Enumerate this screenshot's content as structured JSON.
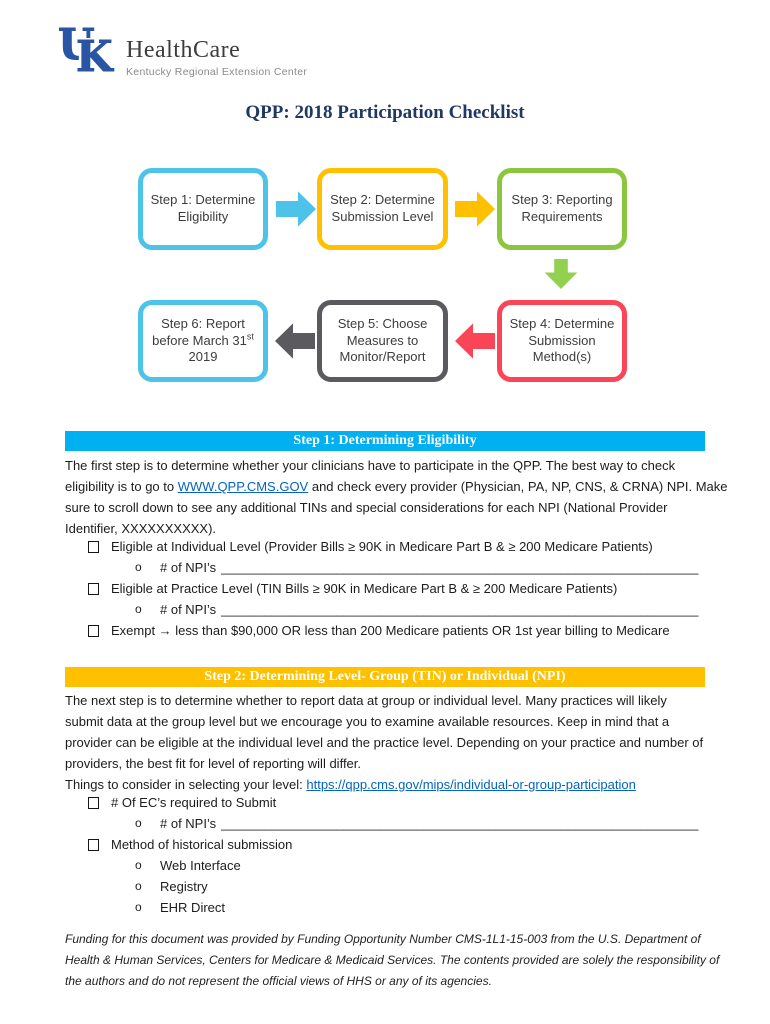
{
  "logo": {
    "u": "U",
    "k": "K",
    "uk_color": "#2A54A4",
    "brand": "HealthCare",
    "subtitle": "Kentucky Regional Extension Center"
  },
  "title": {
    "text": "QPP: 2018 Participation Checklist",
    "color": "#1F3864"
  },
  "glyphs": {
    "sub_bullet": "o",
    "blank_line": "__________________________________________________________________"
  },
  "colors": {
    "link": "#0563C1"
  },
  "flowchart": {
    "box1": {
      "label": "Step 1: Determine Eligibility",
      "color": "#4EC3EA"
    },
    "box2": {
      "label": "Step 2: Determine Submission Level",
      "color": "#FFC000"
    },
    "box3": {
      "label": "Step 3: Reporting Requirements",
      "color": "#8CC63F"
    },
    "box4": {
      "label": "Step 4: Determine Submission Method(s)",
      "color": "#FA4557"
    },
    "box5": {
      "label": "Step 5: Choose Measures to Monitor/Report",
      "color": "#5B5B5F"
    },
    "box6": {
      "label_main": "Step 6: Report before March 31",
      "label_sup": "st",
      "label_year": " 2019",
      "color": "#4EC3EA"
    },
    "arrow1_color": "#4EC3EA",
    "arrow2_color": "#FFC000",
    "arrow3_color": "#92D050",
    "arrow4_color": "#FA4557",
    "arrow5_color": "#5B5B5F"
  },
  "section1": {
    "header": "Step 1: Determining Eligibility",
    "header_bg": "#00B0F0",
    "line1": "The first step is to determine whether your clinicians have to participate in the QPP. The best way to check",
    "line2_before": "eligibility is to go to ",
    "line2_link": "WWW.QPP.CMS.GOV",
    "line2_after": " and check every provider (Physician, PA, NP, CNS, & CRNA) NPI. Make",
    "line3": "sure to scroll down to see any additional TINs and special considerations for each NPI (National Provider",
    "line4": "Identifier, XXXXXXXXXX).",
    "item1": "Eligible at Individual Level (Provider Bills ≥ 90K in Medicare Part B & ≥ 200 Medicare Patients)",
    "item1_sub": "# of NPI’s",
    "item2": "Eligible at Practice Level (TIN Bills ≥ 90K in Medicare Part B & ≥ 200 Medicare Patients)",
    "item2_sub": "# of NPI’s",
    "item3": "Exempt → less than $90,000 OR less than 200 Medicare patients OR 1st year billing to Medicare"
  },
  "section2": {
    "header": "Step 2: Determining Level- Group (TIN) or Individual (NPI)",
    "header_bg": "#FFC000",
    "line1": "The next step is to determine whether to report data at group or individual level. Many practices will likely",
    "line2": "submit data at the group level but we encourage you to examine available resources. Keep in mind that a",
    "line3": "provider can be eligible at the individual level and the practice level. Depending on your practice and number of",
    "line4": "providers, the best fit for level of reporting will differ.",
    "line5_label": "Things to consider in selecting your level: ",
    "line5_link": "https://qpp.cms.gov/mips/individual-or-group-participation",
    "item1": "# Of EC’s required to Submit",
    "item1_sub": "# of NPI’s",
    "item2": "Method of historical submission",
    "item2_sub1": "Web Interface",
    "item2_sub2": "Registry",
    "item2_sub3": "EHR Direct"
  },
  "footer": {
    "line1": "Funding for this document was provided by Funding Opportunity Number CMS-1L1-15-003 from the U.S. Department of",
    "line2": "Health & Human Services, Centers for Medicare & Medicaid Services. The contents provided are solely the responsibility of",
    "line3": "the authors and do not represent the official views of HHS or any of its agencies."
  }
}
